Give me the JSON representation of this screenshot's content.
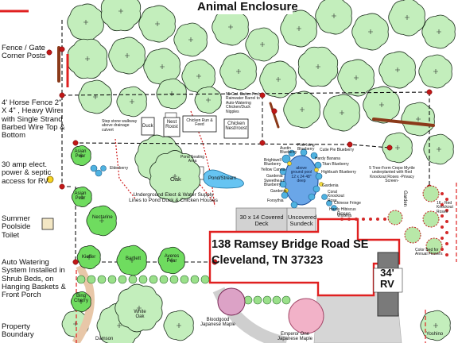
{
  "title": "Animal Enclosure",
  "address": {
    "line1": "138 Ramsey Bridge Road SE",
    "line2": "Cleveland, TN 37323"
  },
  "rv": {
    "line1": "34'",
    "line2": "RV"
  },
  "side_labels": {
    "fence_corner": "Fence / Gate Corner Posts",
    "horse_fence": "4' Horse Fence 2\" X 4\" , Heavy Wire with Single Strand Barbed Wire Top & Bottom",
    "power": "30 amp elect. power & septic access for RV",
    "toilet": "Summer Poolside Toilet",
    "watering": "Auto Watering System Installed in Shrub Beds, on Hanging Baskets & Front Porch",
    "boundary": "Property Boundary"
  },
  "structures": {
    "duck": "Duck",
    "nest_roost": "Nest Roost",
    "chicken_run": "Chicken Run & Feed",
    "chicken_nest": "Chicken Nest/roost",
    "rain_barrel": "55 Gal. Gutter-Fed Rainwater Barrel to Auto-Watering Chicken/Duck Nipples",
    "stepping_stone": "Step stone walkway above drainage culvert",
    "covered_deck": "30 x 14 Covered Deck",
    "sundeck": "Uncovered Sundeck",
    "pool": "above ground pool 12 x 24 48\" deep",
    "pond_area": "Pond Seating Area",
    "pond": "Pond/Stream",
    "color_bed": "Color Bed for Annual Flowers"
  },
  "trees": {
    "asian_pear_1": "Asian Pear",
    "asian_pear_2": "Asian Pear",
    "elderberry": "Elderberry",
    "oak": "Oak",
    "nectarine": "Nectarine",
    "kieffer": "Kieffer",
    "bartlett": "Bartlett",
    "ayeres_pear": "Ayeres Pear",
    "bing_cherry": "Bing Cherry",
    "white_oak": "White Oak",
    "damson": "Damson",
    "bloodgood": "Bloodgood Japanese Maple",
    "emperor": "Emperor One Japanese Maple",
    "yoshino": "Yoshino"
  },
  "plants": {
    "austin": "Austin Blueberry",
    "pink_icing": "Pink Icing Blueberry",
    "cutie_pie": "Cutie Pie Blueberry",
    "brightwell": "Brightwell Blueberry",
    "yellow_canna": "Yellow Canna",
    "hardy_banana": "Hardy Banana",
    "titan": "Titan Blueberry",
    "gardenia_1": "Gardenia",
    "highbush": "Highbush Blueberry",
    "sweetheart": "Sweetheart Blueberry",
    "gardenia_2": "Gardenia",
    "gardenia_3": "Gardenia",
    "forsythia": "Forsythia",
    "coral_rose": "Coral Knockout Rose",
    "chinese_fringe": "Chinese Fringe",
    "hardy_hibiscus": "Hardy Hibiscus",
    "wisteria": "Wisteria"
  },
  "annotations": {
    "underground": "Underground Elect & Water Supply Lines to Pond Duck & Chicken Houses",
    "crepe_myrtle": "5 Tree-Form Crepe Myrtle underplanted with Red Knockout Roses -Privacy Screen-",
    "roses": "Roses",
    "garden": "Garden",
    "red_knockout": "16 - Red Knockout Roses"
  },
  "colors": {
    "tree_fill": "#c3eebc",
    "tree_stroke": "#1c2e1c",
    "fruit_fill": "#6fdc5f",
    "property_line": "#e02020",
    "fence_post": "#c01818",
    "house_fill": "#ffffff",
    "pool_fill": "#6aa6e8",
    "deck_fill": "#d2d2d2"
  }
}
